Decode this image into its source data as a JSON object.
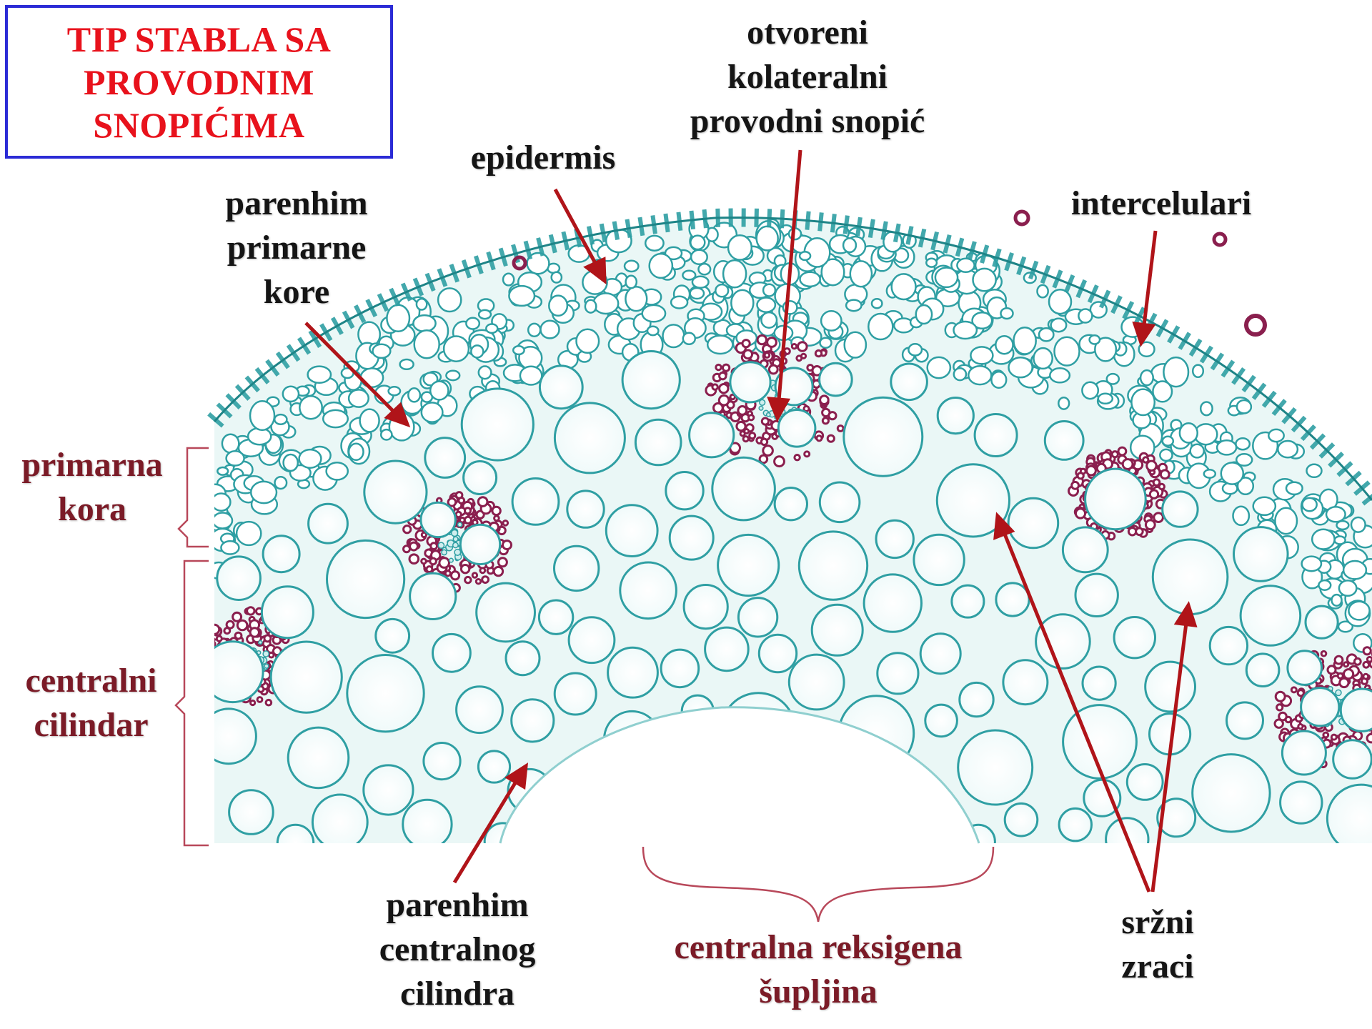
{
  "title": {
    "lines": [
      "TIP STABLA SA",
      "PROVODNIM",
      "SNOPIĆIMA"
    ]
  },
  "labels": {
    "bundle": [
      "otvoreni",
      "kolateralni",
      "provodni snopić"
    ],
    "epidermis": [
      "epidermis"
    ],
    "cortex_parenchyma": [
      "parenhim",
      "primarne",
      "kore"
    ],
    "intercellular": [
      "intercelulari"
    ],
    "primary_cortex": [
      "primarna",
      "kora"
    ],
    "central_cylinder": [
      "centralni",
      "cilindar"
    ],
    "pith_parenchyma": [
      "parenhim",
      "centralnog",
      "cilindra"
    ],
    "central_cavity": [
      "centralna reksigena",
      "šupljina"
    ],
    "pith_rays": [
      "sržni",
      "zraci"
    ]
  },
  "colors": {
    "title_text": "#e8121c",
    "title_border": "#2b2bd6",
    "label_text": "#151515",
    "bracket_label": "#7b1b27",
    "arrow": "#b01419",
    "cell_wall": "#2f9fa3",
    "sclerenchyma": "#8a1f4e"
  }
}
